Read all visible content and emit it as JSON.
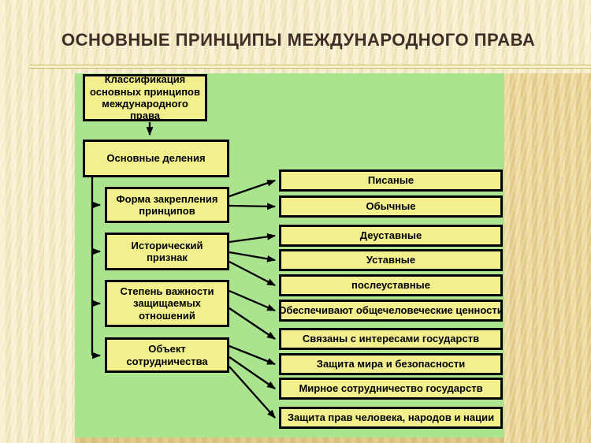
{
  "title": "ОСНОВНЫЕ ПРИНЦИПЫ МЕЖДУНАРОДНОГО ПРАВА",
  "diagram": {
    "root": "Классификация основных принципов международного права",
    "main": "Основные деления",
    "categories": [
      {
        "label": "Форма закрепления принципов",
        "items": [
          "Писаные",
          "Обычные"
        ]
      },
      {
        "label": "Исторический признак",
        "items": [
          "Деуставные",
          "Уставные",
          "послеуставные"
        ]
      },
      {
        "label": "Степень важности защищаемых отношений",
        "items": [
          "Обеспечивают общечеловеческие ценности",
          "Связаны с интересами государств"
        ]
      },
      {
        "label": "Объект сотрудничества",
        "items": [
          "Защита мира и безопасности",
          "Мирное сотрудничество государств",
          "Защита прав человека, народов и нации"
        ]
      }
    ],
    "colors": {
      "title_text": "#3f2e28",
      "box_fill": "#f2f08c",
      "box_border": "#000000",
      "canvas_green": "#abe48e",
      "background_cream": "#f3e9c3",
      "background_tan": "#e7d294",
      "divider_line": "#cdb668",
      "arrow": "#000000"
    }
  }
}
